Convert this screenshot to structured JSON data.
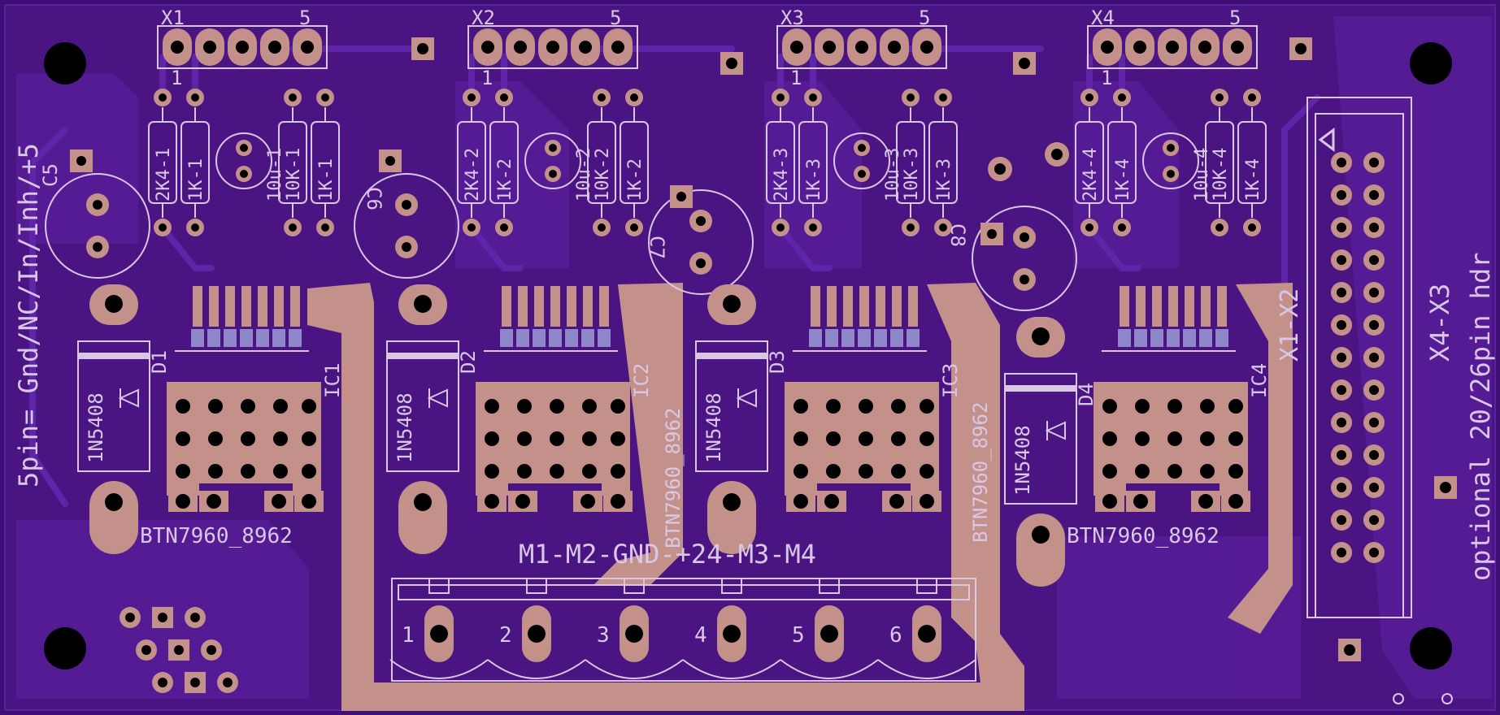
{
  "board": {
    "side_label": "5pin= Gnd/NC/In/Inh/+5",
    "right_label": "optional 20/26pin hdr",
    "header_label_a": "X4-X3",
    "header_label_b": "X1-X2",
    "motor_connector_label": "M1-M2-GND-+24-M3-M4",
    "terminal_pins": [
      "1",
      "2",
      "3",
      "4",
      "5",
      "6"
    ],
    "pin_one": "1",
    "pin_five": "5",
    "ic_labels": [
      "IC1",
      "IC2",
      "IC3",
      "IC4"
    ],
    "bridge_part": "BTN7960_8962",
    "diode_labels": [
      "D1",
      "D2",
      "D3",
      "D4"
    ],
    "diode_part": "1N5408",
    "cap_labels": [
      "C5",
      "C6",
      "C7",
      "C8"
    ],
    "channels": [
      {
        "x": "X1",
        "r2k": "2K4-1",
        "r1k": "1K-1",
        "r10u": "10u-1",
        "r10k": "10K-1",
        "r1k_b": "1K-1"
      },
      {
        "x": "X2",
        "r2k": "2K4-2",
        "r1k": "1K-2",
        "r10u": "10u-2",
        "r10k": "10K-2",
        "r1k_b": "1K-2"
      },
      {
        "x": "X3",
        "r2k": "2K4-3",
        "r1k": "1K-3",
        "r10u": "10u-3",
        "r10k": "10K-3",
        "r1k_b": "1K-3"
      },
      {
        "x": "X4",
        "r2k": "2K4-4",
        "r1k": "1K-4",
        "r10u": "10u-4",
        "r10k": "10K-4",
        "r1k_b": "1K-4"
      }
    ]
  },
  "colors": {
    "board": "#4a1483",
    "copper": "#5f22a0",
    "pad": "#c4918a",
    "silk": "#d9c7e6",
    "hole": "#000000"
  }
}
